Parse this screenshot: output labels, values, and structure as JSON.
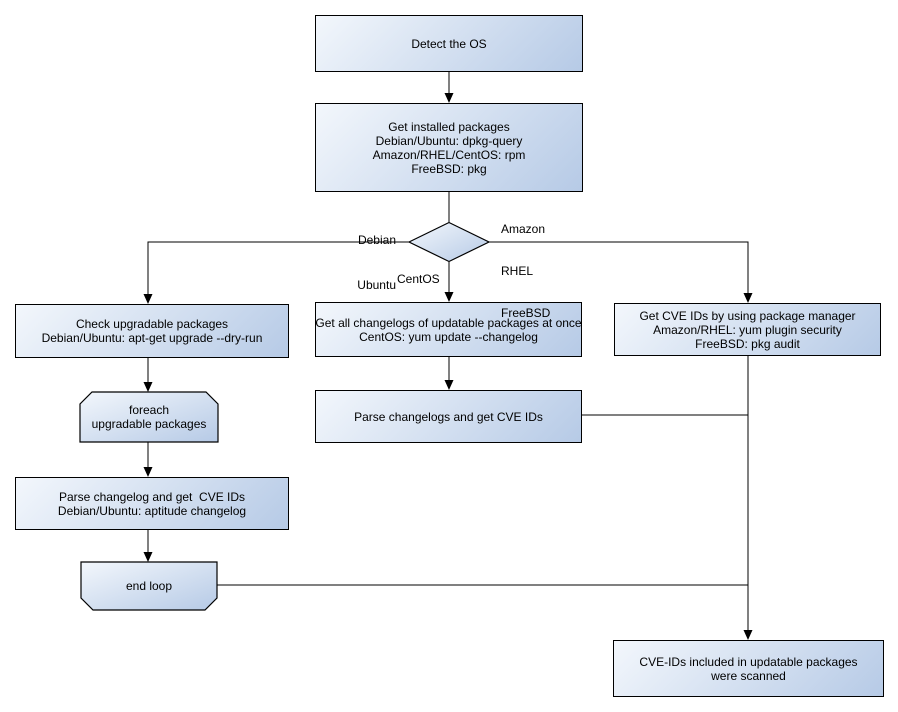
{
  "colors": {
    "node_fill_light": "#f3f7fc",
    "node_fill_dark": "#b6cae6",
    "node_border": "#000000",
    "connector": "#000000",
    "text": "#000000",
    "background": "#ffffff"
  },
  "nodes": {
    "detect_os": {
      "lines": [
        "Detect the OS"
      ]
    },
    "get_installed_packages": {
      "lines": [
        "Get installed packages",
        "Debian/Ubuntu: dpkg-query",
        "Amazon/RHEL/CentOS: rpm",
        "FreeBSD: pkg"
      ]
    },
    "check_upgradable_packages": {
      "lines": [
        "Check upgradable packages",
        "Debian/Ubuntu: apt-get upgrade --dry-run"
      ]
    },
    "foreach_loop": {
      "lines": [
        "foreach",
        "upgradable  packages"
      ]
    },
    "parse_changelog_debian": {
      "lines": [
        "Parse changelog and get  CVE IDs",
        "Debian/Ubuntu: aptitude changelog"
      ]
    },
    "end_loop": {
      "lines": [
        "end loop"
      ]
    },
    "get_all_changelogs_centos": {
      "lines": [
        "Get all changelogs of updatable packages at once",
        "CentOS: yum update --changelog"
      ]
    },
    "parse_changelogs_centos": {
      "lines": [
        "Parse changelogs and get CVE IDs"
      ]
    },
    "get_cve_ids_package_manager": {
      "lines": [
        "Get CVE IDs by using package manager",
        "Amazon/RHEL: yum plugin security",
        "FreeBSD: pkg audit"
      ]
    },
    "scan_result": {
      "lines": [
        "CVE-IDs included in updatable packages",
        "were scanned"
      ]
    }
  },
  "edge_labels": {
    "debian_ubuntu": [
      "Debian",
      "Ubuntu"
    ],
    "amazon_rhel_freebsd": [
      "Amazon",
      "RHEL",
      "FreeBSD"
    ],
    "centos": "CentOS"
  }
}
